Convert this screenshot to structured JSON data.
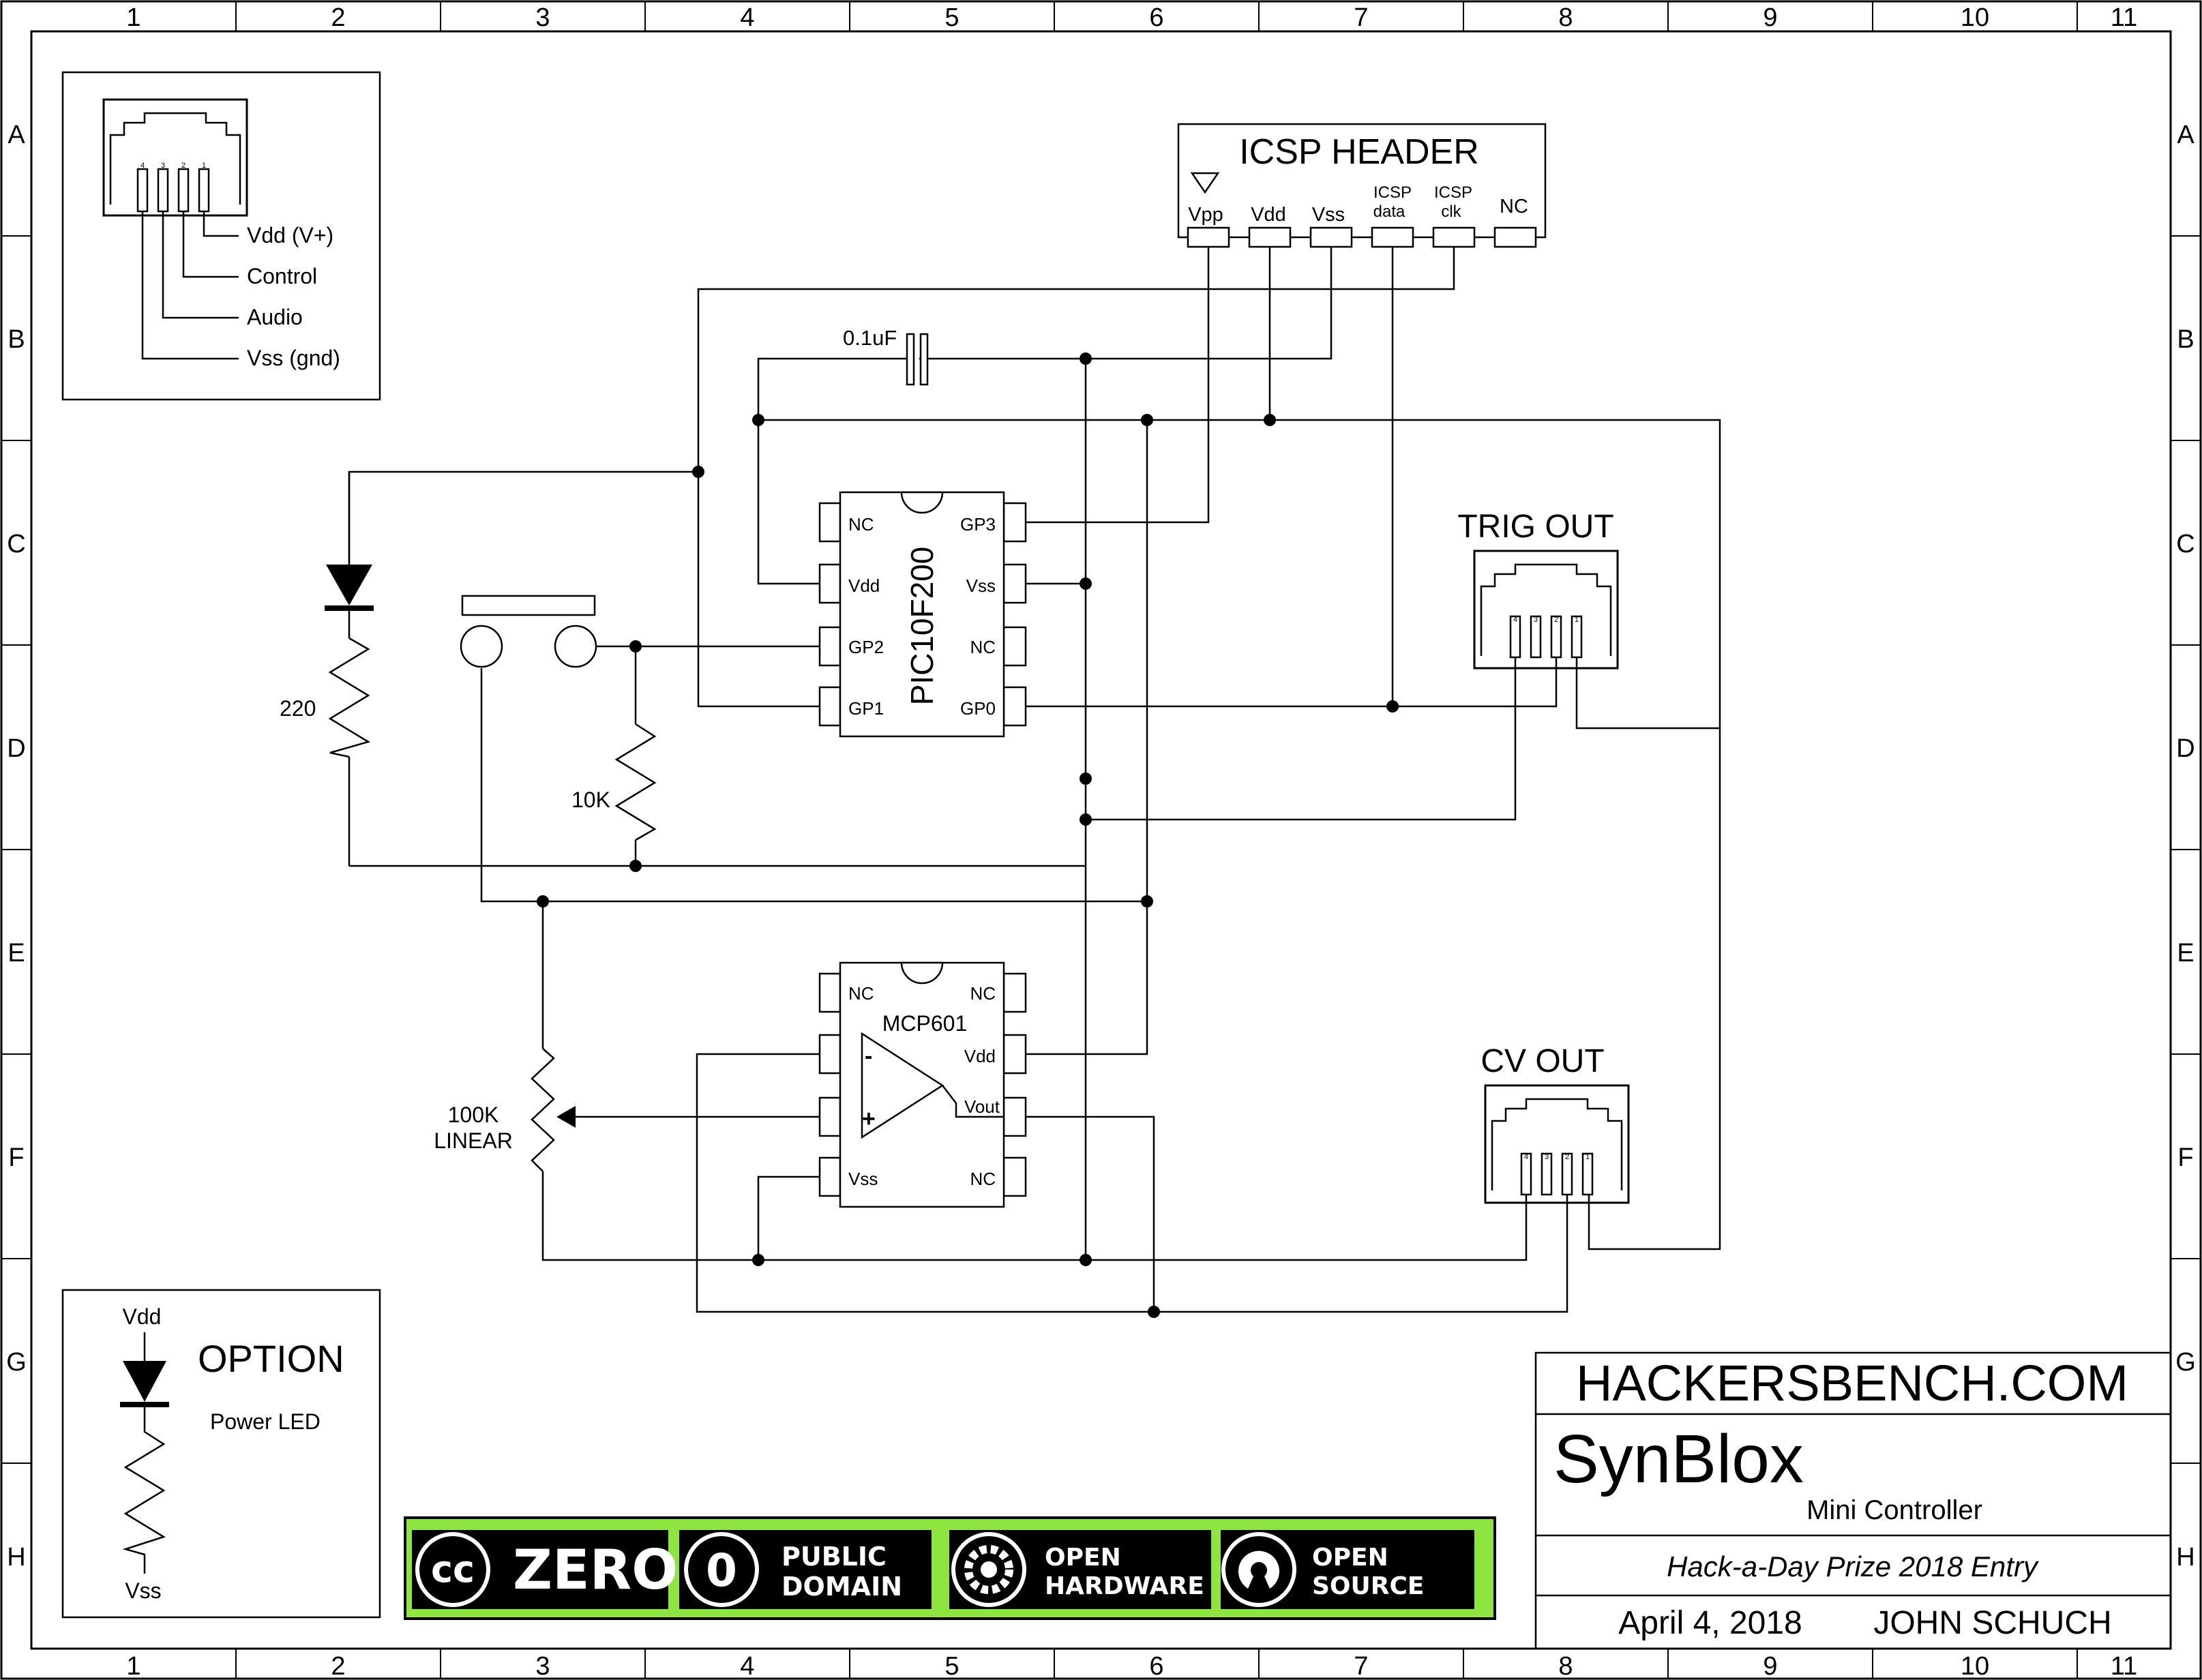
{
  "border": {
    "columns": [
      "1",
      "2",
      "3",
      "4",
      "5",
      "6",
      "7",
      "8",
      "9",
      "10",
      "11"
    ],
    "rows": [
      "A",
      "B",
      "C",
      "D",
      "E",
      "F",
      "G",
      "H"
    ]
  },
  "connector_key": {
    "pin_numbers": [
      "4",
      "3",
      "2",
      "1"
    ],
    "labels": [
      "Vdd (V+)",
      "Control",
      "Audio",
      "Vss (gnd)"
    ]
  },
  "icsp": {
    "title": "ICSP  HEADER",
    "pins": [
      "Vpp",
      "Vdd",
      "Vss",
      "ICSP data",
      "ICSP clk",
      "NC"
    ]
  },
  "cap_label": "0.1uF",
  "mcu": {
    "name": "PIC10F200",
    "left_pins": [
      "NC",
      "Vdd",
      "GP2",
      "GP1"
    ],
    "right_pins": [
      "GP3",
      "Vss",
      "NC",
      "GP0"
    ]
  },
  "opamp": {
    "name": "MCP601",
    "left_pins": [
      "NC",
      "",
      "",
      "Vss"
    ],
    "right_pins": [
      "NC",
      "Vdd",
      "Vout",
      "NC"
    ],
    "minus": "-",
    "plus": "+"
  },
  "resistors": {
    "r220": "220",
    "r10k": "10K",
    "pot": [
      "100K",
      "LINEAR"
    ]
  },
  "trig_out": {
    "title": "TRIG OUT",
    "pin_numbers": [
      "4",
      "3",
      "2",
      "1"
    ]
  },
  "cv_out": {
    "title": "CV OUT",
    "pin_numbers": [
      "4",
      "3",
      "2",
      "1"
    ]
  },
  "option": {
    "vdd": "Vdd",
    "vss": "Vss",
    "title": "OPTION",
    "subtitle": "Power LED"
  },
  "badges": {
    "cc": "cc",
    "zero": "ZERO",
    "pd_symbol": "0",
    "public": "PUBLIC",
    "domain": "DOMAIN",
    "open1": "OPEN",
    "hardware": "HARDWARE",
    "open2": "OPEN",
    "source": "SOURCE",
    "accent_color": "#8ee53f"
  },
  "title_block": {
    "site": "HACKERSBENCH.COM",
    "project": "SynBlox",
    "subtitle": "Mini Controller",
    "entry": "Hack-a-Day Prize 2018 Entry",
    "date": "April 4, 2018",
    "author": "JOHN SCHUCH"
  }
}
